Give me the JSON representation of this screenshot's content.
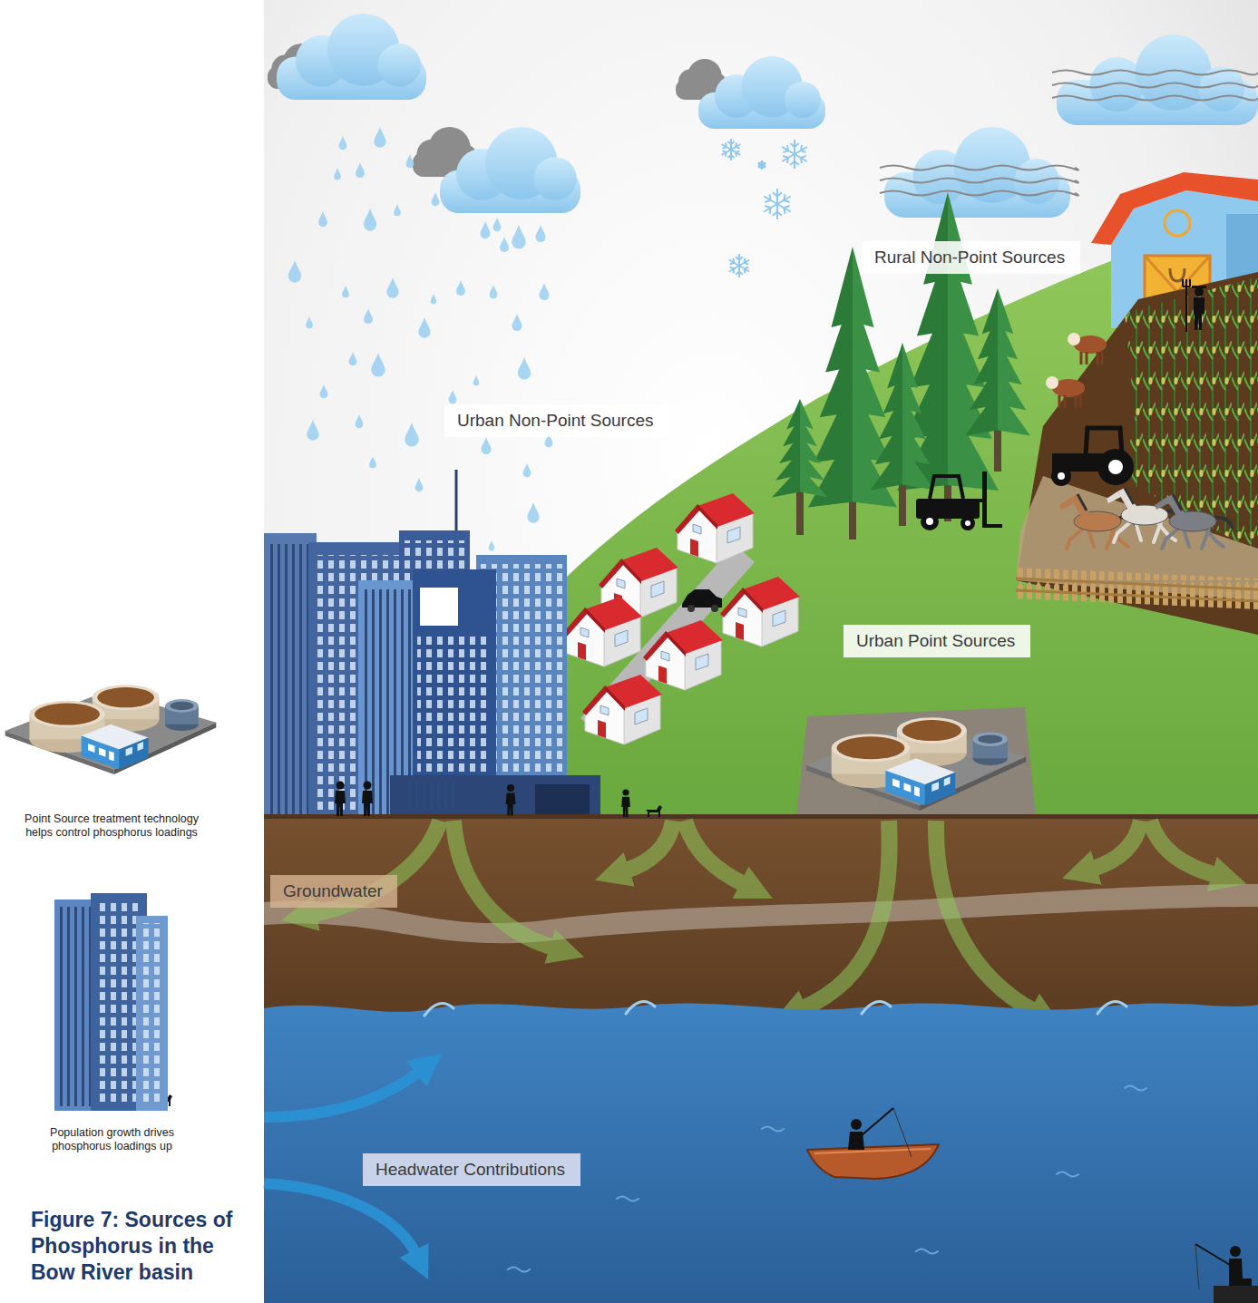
{
  "diagram": {
    "caption": "Figure 7: Sources of Phosphorus in the Bow River basin",
    "nodes": [
      {
        "text": [
          "Rural Non-Point Sources"
        ]
      },
      {
        "text": [
          "Urban Non-Point Sources"
        ]
      },
      {
        "text": [
          "Urban Point Sources"
        ]
      },
      {
        "text": [
          "Groundwater"
        ]
      },
      {
        "text": [
          "Headwater Contributions"
        ]
      }
    ],
    "labels": [
      "Point Source treatment technology helps control phosphorus loadings",
      "Population growth drives phosphorus loadings up"
    ]
  }
}
